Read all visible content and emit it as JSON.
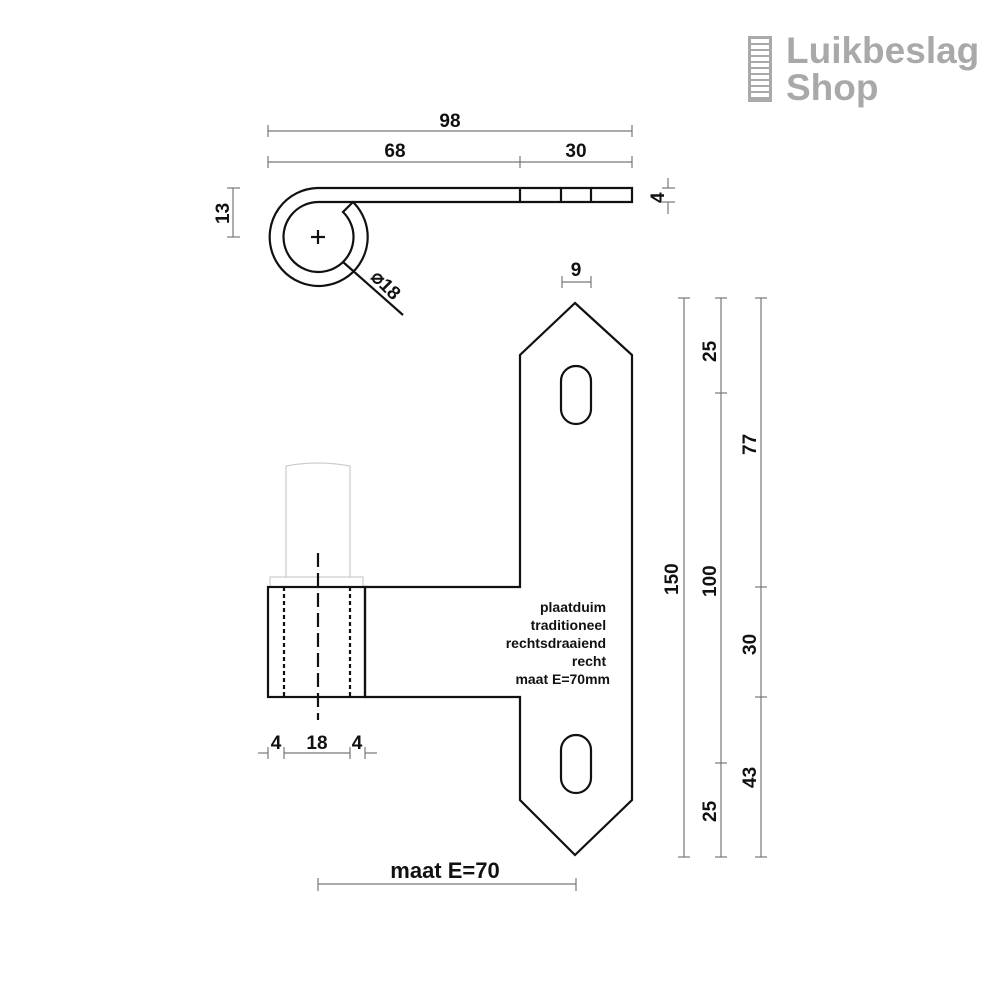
{
  "logo": {
    "line1": "Luikbeslag",
    "line2": "Shop"
  },
  "top_view": {
    "overall_length": "98",
    "segment_a": "68",
    "segment_b": "30",
    "height": "13",
    "thickness": "4",
    "diameter": "⌀18"
  },
  "front_view": {
    "slot_width": "9",
    "pin_dims": {
      "left": "4",
      "center": "18",
      "right": "4"
    },
    "maat_label": "maat E=70",
    "vertical_dims": {
      "total": "150",
      "inner": "100",
      "top_end": "25",
      "bottom_end": "25",
      "upper": "77",
      "middle": "30",
      "lower": "43"
    },
    "note_lines": [
      "plaatduim",
      "traditioneel",
      "rechtsdraaiend",
      "recht",
      "maat E=70mm"
    ]
  }
}
